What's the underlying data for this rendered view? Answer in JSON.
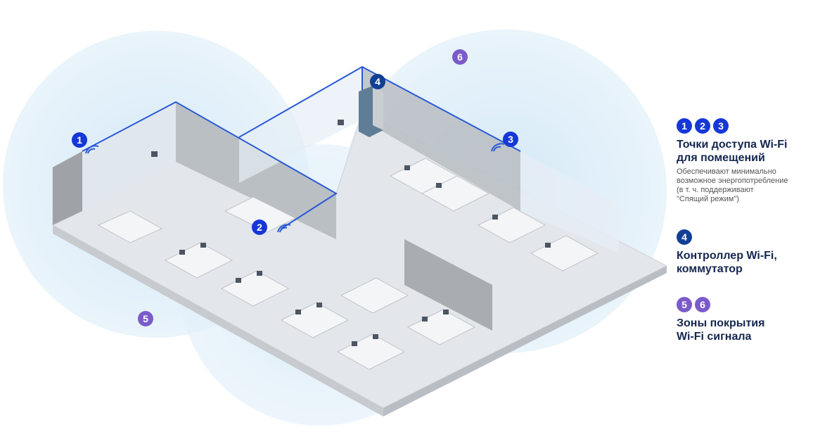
{
  "badges": {
    "ap1": "1",
    "ap2": "2",
    "ap3": "3",
    "controller": "4",
    "zone5": "5",
    "zone6": "6"
  },
  "legend": {
    "access_points": {
      "numbers": [
        "1",
        "2",
        "3"
      ],
      "title_line1": "Точки доступа Wi-Fi",
      "title_line2": "для помещений",
      "description_line1": "Обеспечивают минимально",
      "description_line2": "возможное энергопотребление",
      "description_line3": "(в т. ч. поддерживают",
      "description_line4": "\"Спящий режим\")"
    },
    "controller": {
      "numbers": [
        "4"
      ],
      "title_line1": "Контроллер Wi-Fi,",
      "title_line2": "коммутатор"
    },
    "zones": {
      "numbers": [
        "5",
        "6"
      ],
      "title_line1": "Зоны покрытия",
      "title_line2": "Wi-Fi сигнала"
    }
  },
  "colors": {
    "access_point": "#1637d8",
    "controller": "#123f95",
    "zone": "#7b5bc9",
    "coverage": "#d9ecf8",
    "wall_line": "#2b5ad8"
  }
}
